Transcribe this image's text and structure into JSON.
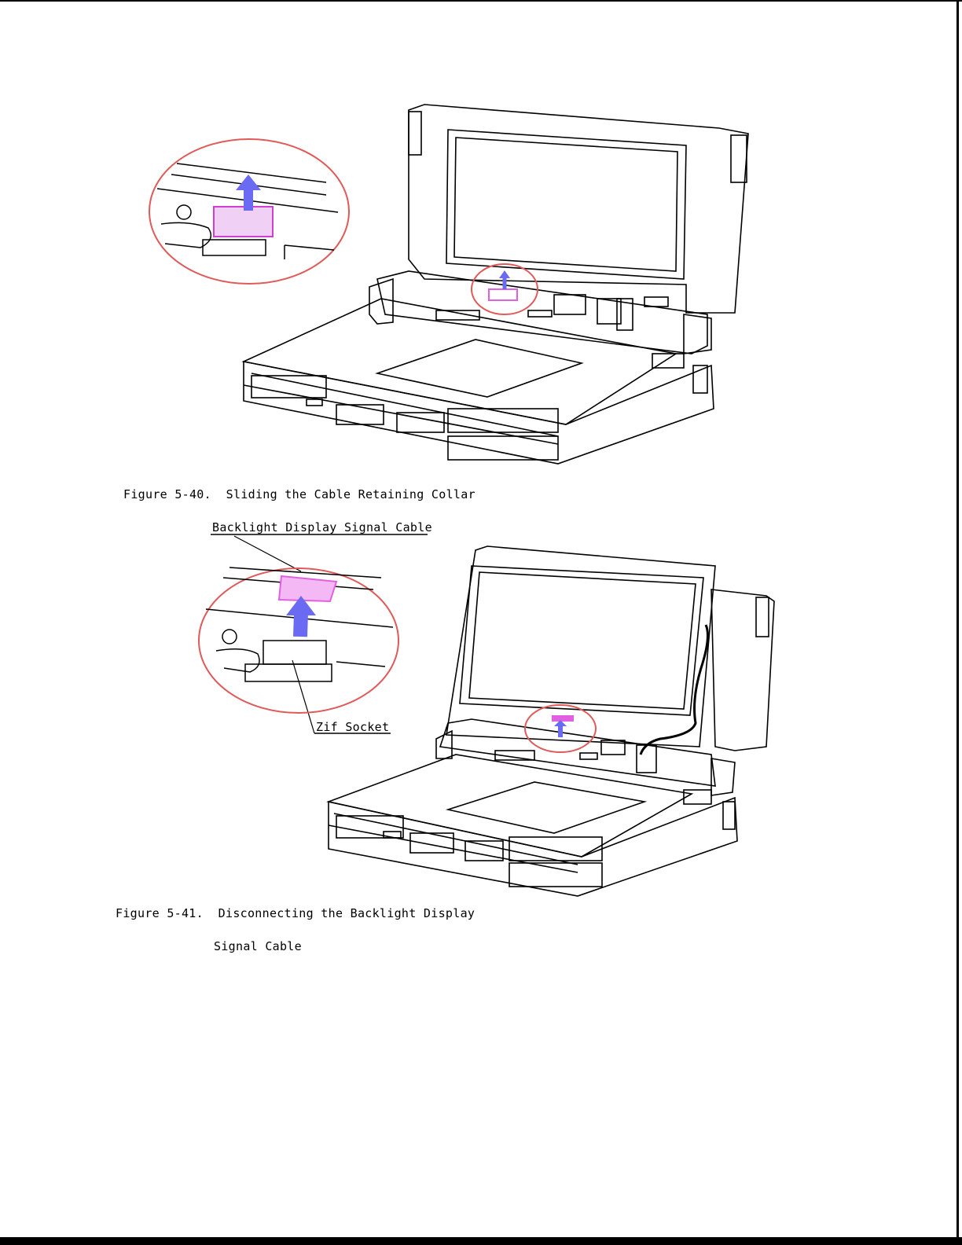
{
  "figure_40": {
    "number": "Figure 5-40.",
    "title": "Sliding the Cable Retaining Collar"
  },
  "figure_41": {
    "number": "Figure 5-41.",
    "title_line1": "Disconnecting the Backlight Display",
    "title_line2": "Signal Cable",
    "callout_cable": "Backlight Display Signal Cable",
    "callout_socket": "Zif Socket"
  },
  "colors": {
    "circle": "#e05a5a",
    "arrow": "#6a6af2",
    "connector": "#e060e0"
  }
}
